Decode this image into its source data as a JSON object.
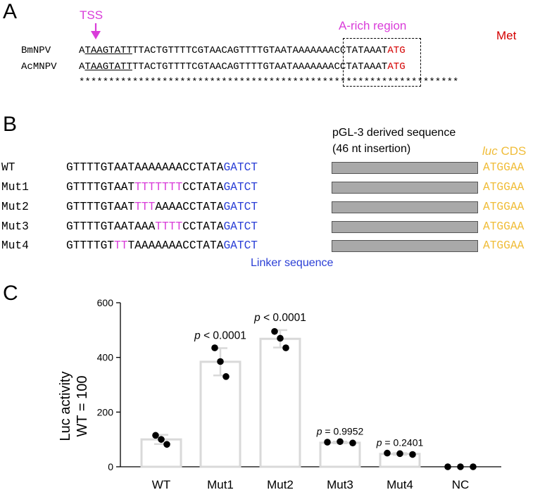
{
  "panelA": {
    "letter": "A",
    "tss_label": "TSS",
    "arich_label": "A-rich region",
    "met_label": "Met",
    "rows": [
      {
        "name": "BmNPV",
        "seq_pre": "A",
        "seq_under": "TAAGTATT",
        "seq_mid": "TTACTGTTTTCGTAACAGTTTTGTAATAAAAAAACCTATAAAT",
        "seq_atg": "ATG"
      },
      {
        "name": "AcMNPV",
        "seq_pre": "A",
        "seq_under": "TAAGTATT",
        "seq_mid": "TTACTGTTTTCGTAACAGTTTTGTAATAAAAAAACCTATAAAT",
        "seq_atg": "ATG"
      }
    ],
    "stars": "****************************************************************"
  },
  "panelB": {
    "letter": "B",
    "insert_label_line1": "pGL-3 derived sequence",
    "insert_label_line2": "(46 nt insertion)",
    "cds_label_italic": "luc",
    "cds_label_rest": " CDS",
    "linker_label": "Linker sequence",
    "rows": [
      {
        "name": "WT",
        "parts": [
          {
            "t": "GTTTTGTAATAAAAAAACCTATA",
            "c": "k"
          },
          {
            "t": "GATCT",
            "c": "b"
          }
        ],
        "cds": "ATGGAA"
      },
      {
        "name": "Mut1",
        "parts": [
          {
            "t": "GTTTTGTAAT",
            "c": "k"
          },
          {
            "t": "TTTTTTT",
            "c": "m"
          },
          {
            "t": "CCTATA",
            "c": "k"
          },
          {
            "t": "GATCT",
            "c": "b"
          }
        ],
        "cds": "ATGGAA"
      },
      {
        "name": "Mut2",
        "parts": [
          {
            "t": "GTTTTGTAAT",
            "c": "k"
          },
          {
            "t": "TTT",
            "c": "m"
          },
          {
            "t": "AAAACCTATA",
            "c": "k"
          },
          {
            "t": "GATCT",
            "c": "b"
          }
        ],
        "cds": "ATGGAA"
      },
      {
        "name": "Mut3",
        "parts": [
          {
            "t": "GTTTTGTAATAAA",
            "c": "k"
          },
          {
            "t": "TTTT",
            "c": "m"
          },
          {
            "t": "CCTATA",
            "c": "k"
          },
          {
            "t": "GATCT",
            "c": "b"
          }
        ],
        "cds": "ATGGAA"
      },
      {
        "name": "Mut4",
        "parts": [
          {
            "t": "GTTTTGT",
            "c": "k"
          },
          {
            "t": "TT",
            "c": "m"
          },
          {
            "t": "TAAAAAAACCTATA",
            "c": "k"
          },
          {
            "t": "GATCT",
            "c": "b"
          }
        ],
        "cds": "ATGGAA"
      }
    ]
  },
  "panelC": {
    "letter": "C",
    "ylabel_line1": "Luc activity",
    "ylabel_line2": "WT = 100"
  },
  "chart_data": {
    "type": "bar",
    "categories": [
      "WT",
      "Mut1",
      "Mut2",
      "Mut3",
      "Mut4",
      "NC"
    ],
    "values": [
      100,
      384,
      468,
      88,
      47,
      0
    ],
    "error_low": [
      83,
      334,
      436,
      86,
      44,
      0
    ],
    "error_high": [
      117,
      434,
      500,
      92,
      50,
      0
    ],
    "points": [
      [
        115,
        82,
        100
      ],
      [
        435,
        330,
        385
      ],
      [
        495,
        435,
        470
      ],
      [
        90,
        92,
        87
      ],
      [
        50,
        48,
        45
      ],
      [
        0,
        0,
        0
      ]
    ],
    "annotations": [
      "",
      "p < 0.0001",
      "p < 0.0001",
      "p = 0.9952",
      "p = 0.2401",
      ""
    ],
    "yticks": [
      0,
      200,
      400,
      600
    ],
    "ylim": [
      0,
      600
    ],
    "ylabel": "Luc activity WT = 100",
    "xlabel": "",
    "title": "",
    "grid": false
  },
  "colors": {
    "magenta": "#d93cd9",
    "red": "#d40000",
    "blue": "#2b3fd6",
    "yellow": "#f0bd3a",
    "insert_gray": "#a9a9a9",
    "bar_edge": "#d9d9d9"
  }
}
